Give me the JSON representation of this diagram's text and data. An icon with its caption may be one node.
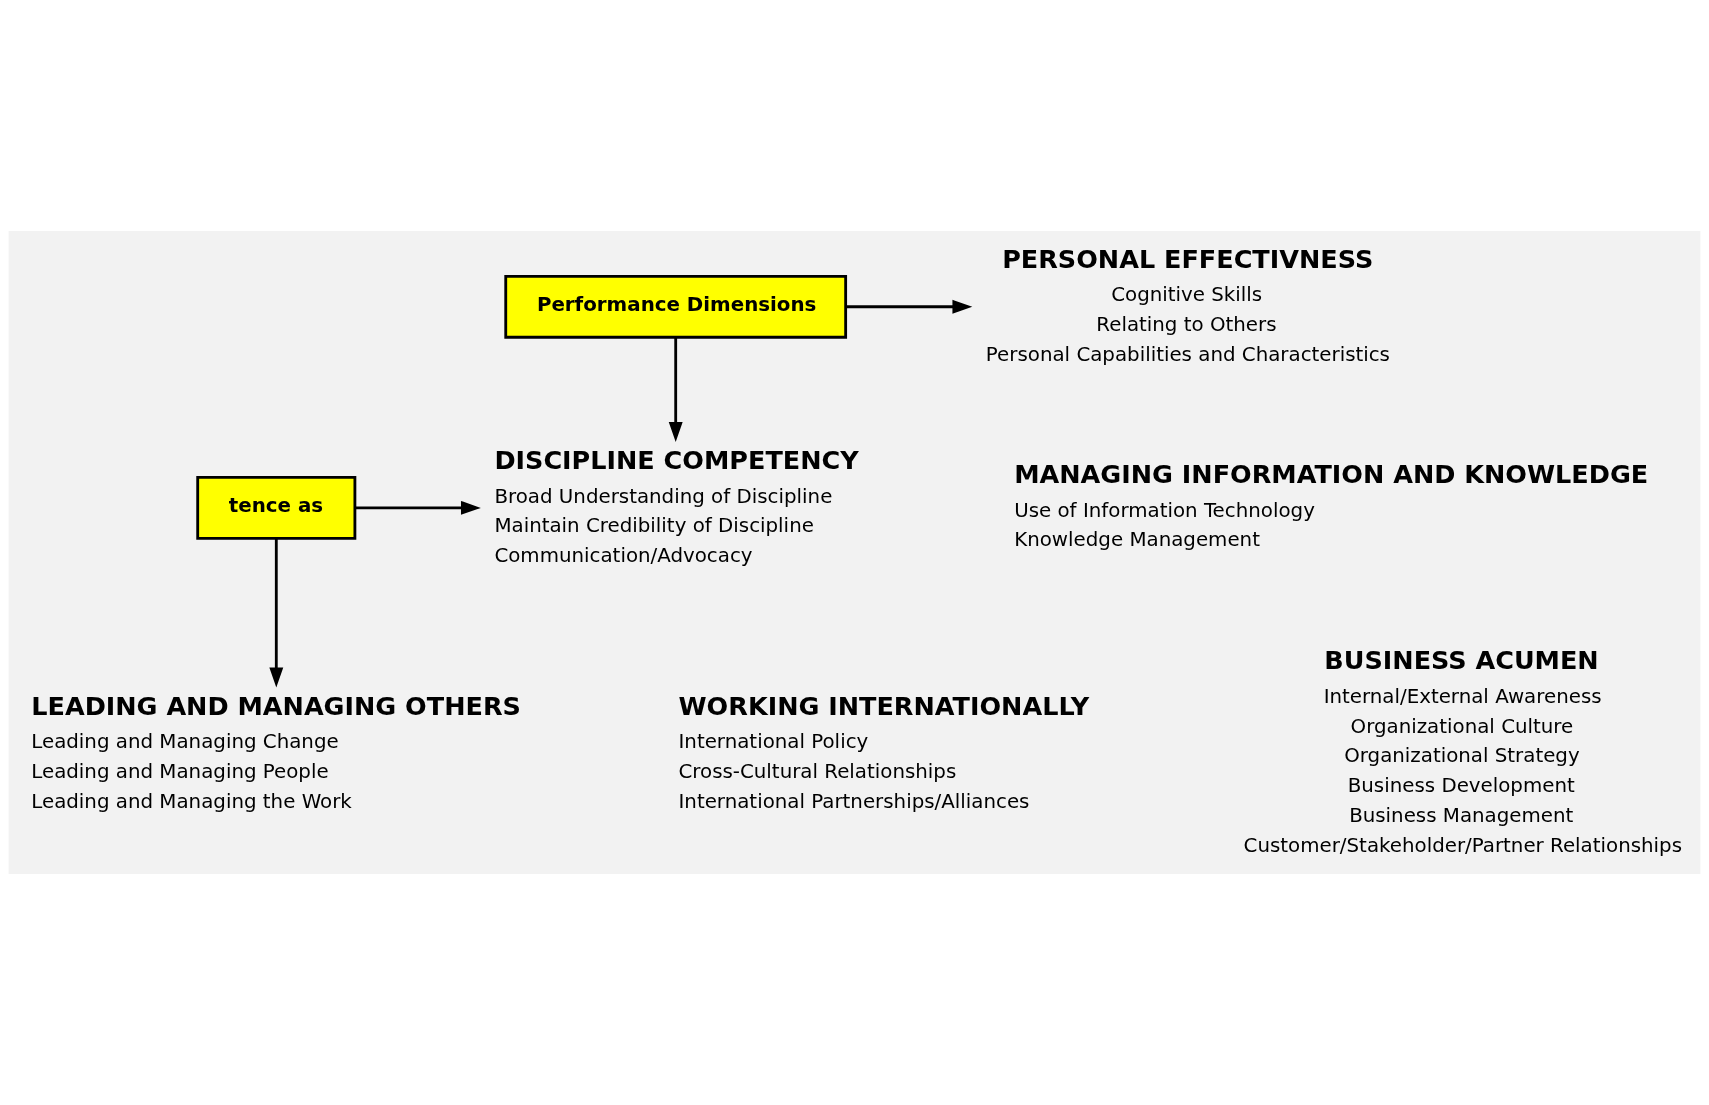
{
  "diagram": {
    "nodes": [
      {
        "text": [
          "Performance Dimensions"
        ]
      },
      {
        "text": [
          "PERSONAL EFFECTIVNESS",
          "Cognitive Skills",
          "Relating to Others",
          "Personal Capabilities and Characteristics"
        ]
      },
      {
        "text": [
          "DISCIPLINE COMPETENCY",
          "Broad Understanding of Discipline",
          "Maintain Credibility of Discipline",
          "Communication/Advocacy"
        ]
      },
      {
        "text": [
          "MANAGING INFORMATION AND KNOWLEDGE",
          "Use of Information Technology",
          "Knowledge Management"
        ]
      },
      {
        "text": [
          "tence as"
        ]
      },
      {
        "text": [
          "LEADING AND MANAGING OTHERS",
          "Leading and Managing Change",
          "Leading and Managing People",
          "Leading and Managing the Work"
        ]
      },
      {
        "text": [
          "WORKING INTERNATIONALLY",
          "International Policy",
          "Cross-Cultural Relationships",
          "International Partnerships/Alliances"
        ]
      },
      {
        "text": [
          "BUSINESS ACUMEN",
          "Internal/External Awareness",
          "Organizational Culture",
          "Organizational Strategy",
          "Business Development",
          "Business Management",
          "Customer/Stakeholder/Partner Relationships"
        ]
      }
    ],
    "edges": [
      {
        "from": 0,
        "to": 1,
        "arrow": "to"
      },
      {
        "from": 0,
        "to": 2,
        "arrow": "to"
      },
      {
        "from": 4,
        "to": 2,
        "arrow": "to"
      },
      {
        "from": 4,
        "to": 5,
        "arrow": "to"
      }
    ]
  }
}
